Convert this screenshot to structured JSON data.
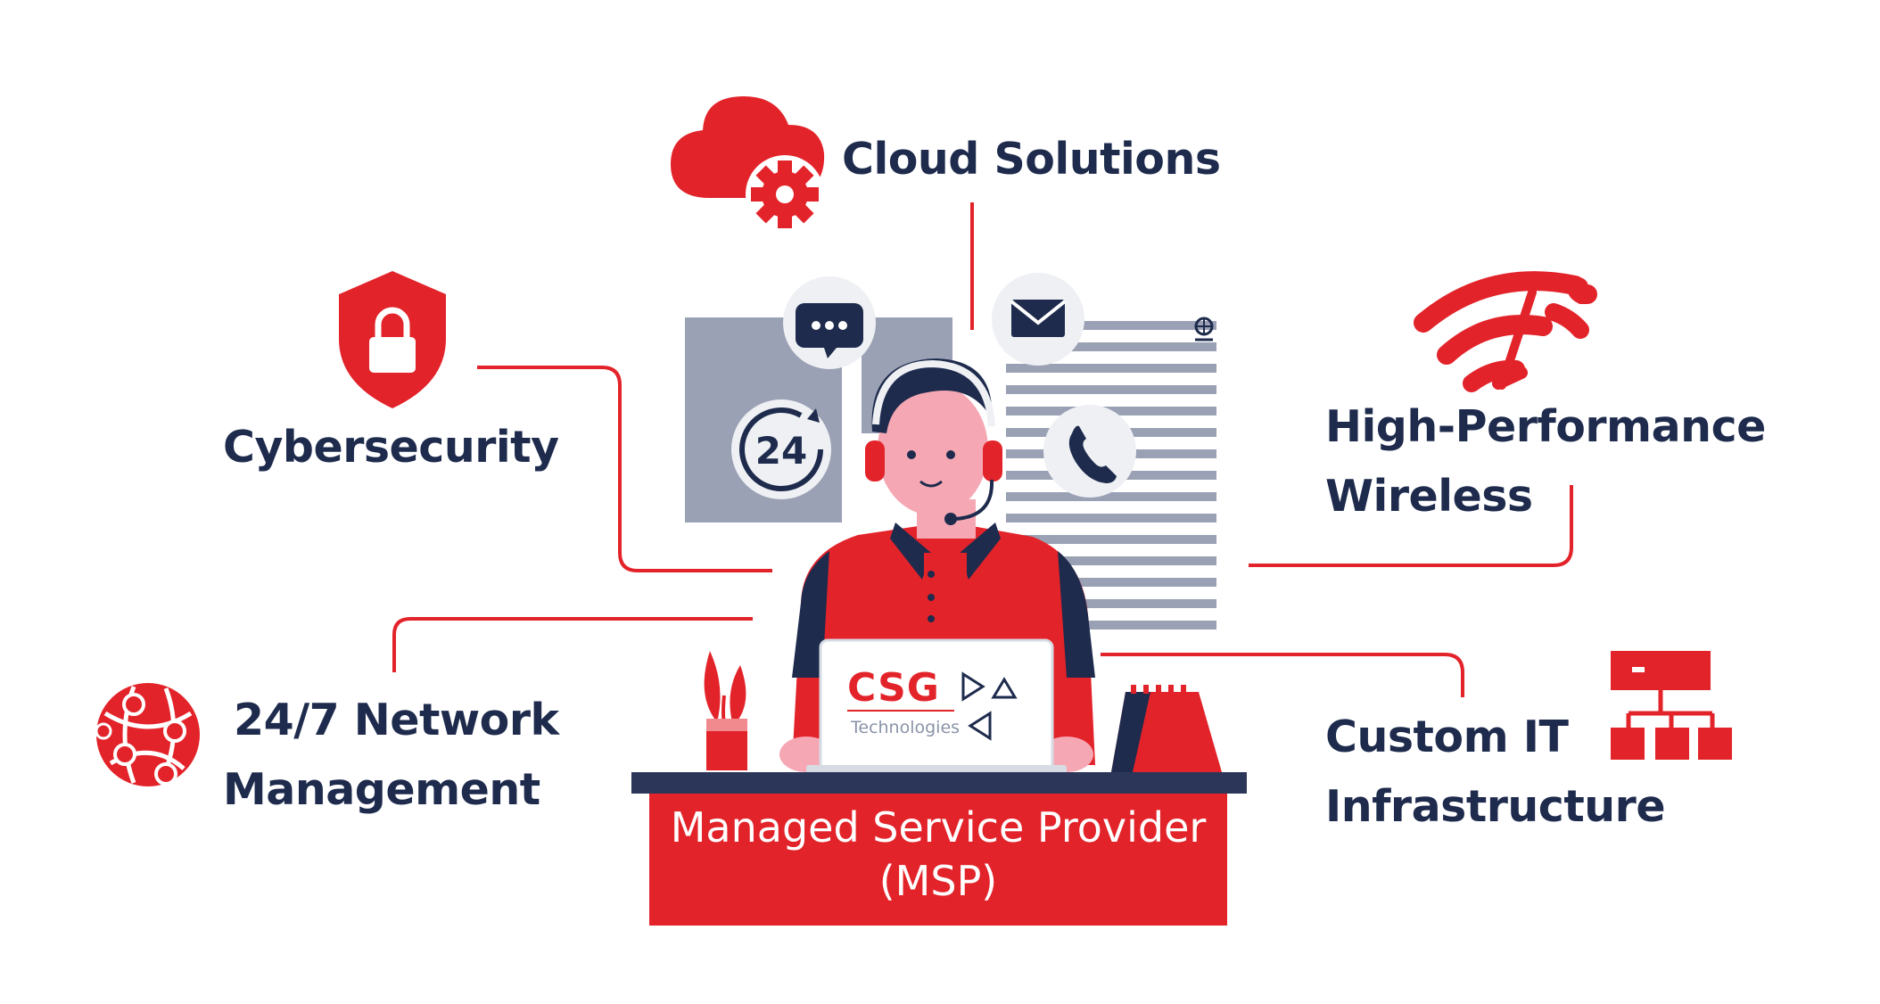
{
  "services": {
    "cloud": {
      "line1": "Cloud Solutions"
    },
    "cybersecurity": {
      "line1": "Cybersecurity"
    },
    "wireless": {
      "line1": "High-Performance",
      "line2": "Wireless"
    },
    "network": {
      "line1": "24/7 Network",
      "line2": "Management"
    },
    "infrastructure": {
      "line1": "Custom IT",
      "line2": "Infrastructure"
    }
  },
  "center": {
    "line1": "Managed Service Provider",
    "line2": "(MSP)"
  },
  "laptop": {
    "logo": "CSG",
    "sub": "Technologies"
  },
  "calendar_badge": "24",
  "colors": {
    "accent_red": "#e3232a",
    "navy_text": "#1e2b4d",
    "gray_panel": "#9aa1b4",
    "light_circle": "#eef0f4"
  },
  "icons": {
    "cloud": "cloud-gear-icon",
    "cybersecurity": "shield-lock-icon",
    "wireless": "wifi-speed-icon",
    "network": "globe-network-icon",
    "infrastructure": "org-hierarchy-icon",
    "chat": "chat-bubble-icon",
    "mail": "mail-icon",
    "phone": "phone-icon",
    "clock": "clock-24-icon"
  }
}
